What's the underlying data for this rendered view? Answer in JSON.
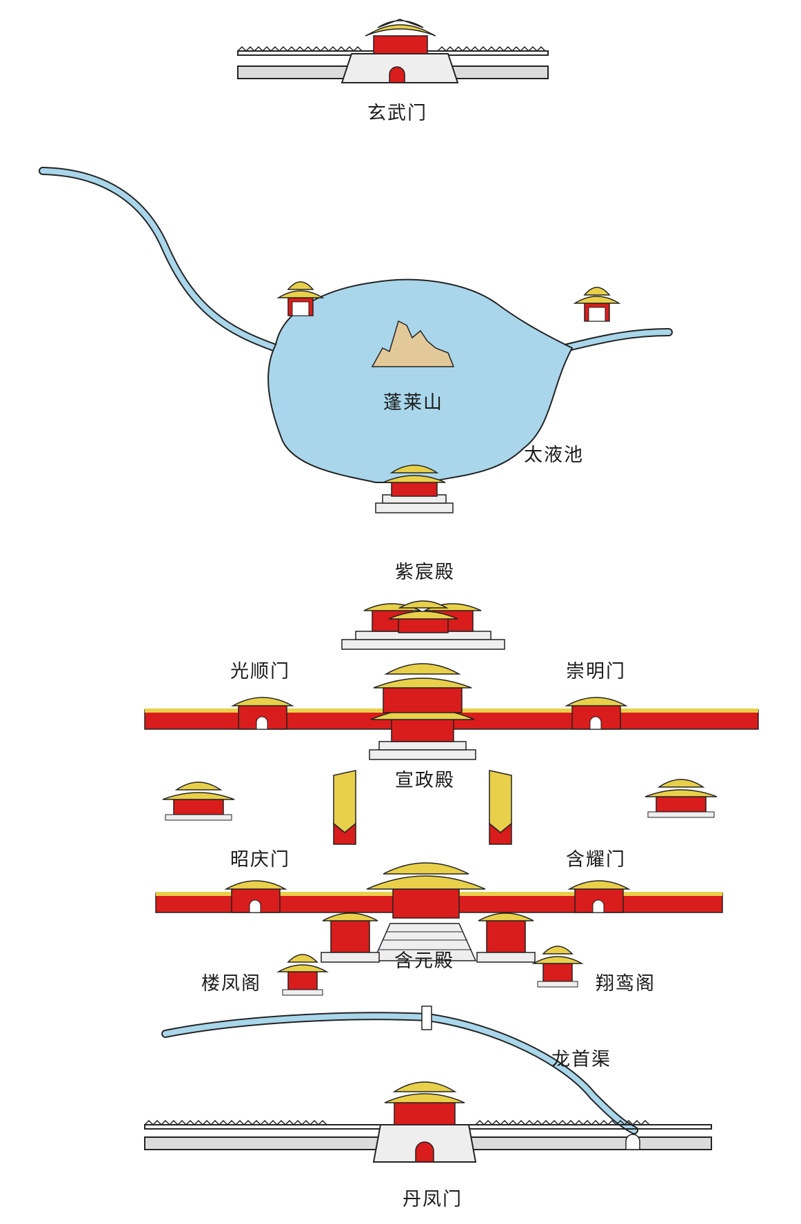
{
  "labels": {
    "xuanwu_gate": "玄武门",
    "penglai_mountain": "蓬莱山",
    "taiye_pool": "太液池",
    "zichen_hall": "紫宸殿",
    "guangshun_gate": "光顺门",
    "chongming_gate": "崇明门",
    "xuanzheng_hall": "宣政殿",
    "zhaoqing_gate": "昭庆门",
    "hanyao_gate": "含耀门",
    "hanyuan_hall": "含元殿",
    "loufeng_pavilion": "楼凤阁",
    "xiangluan_pavilion": "翔鸾阁",
    "longshou_canal": "龙首渠",
    "danfeng_gate": "丹凤门"
  },
  "colors": {
    "roof_yellow": "#e8d04a",
    "wall_red": "#d91c1c",
    "water_blue": "#a9d6ea",
    "stone_gray": "#dcdcdc",
    "rock_tan": "#e3c99a"
  }
}
